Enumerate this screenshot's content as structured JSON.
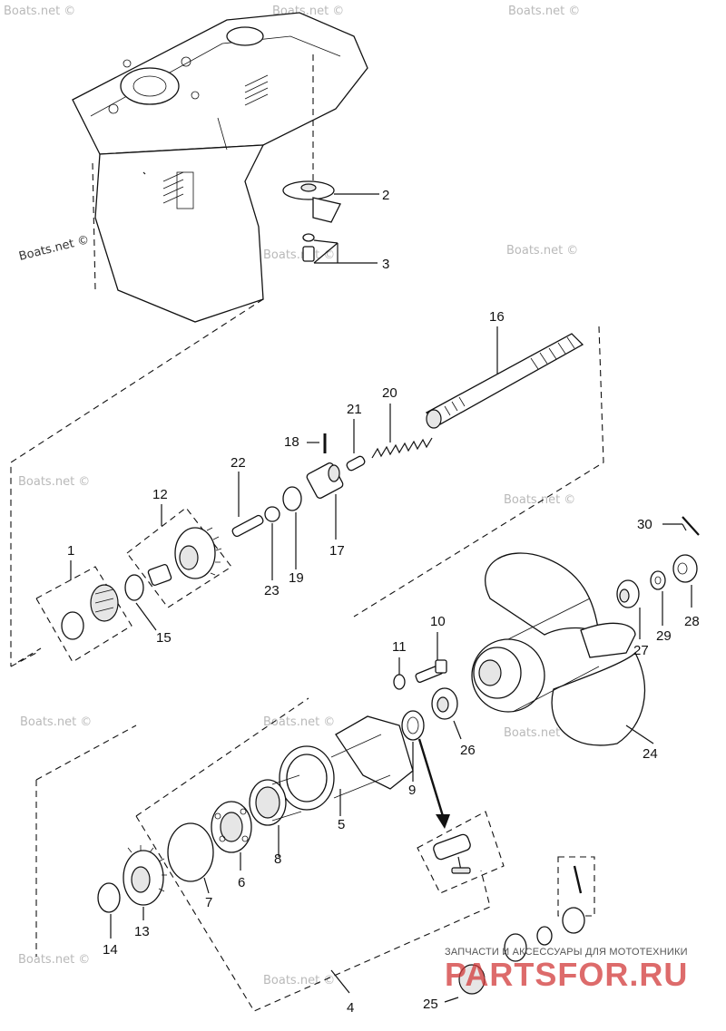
{
  "callouts": [
    "1",
    "2",
    "3",
    "4",
    "5",
    "6",
    "7",
    "8",
    "9",
    "10",
    "11",
    "12",
    "13",
    "14",
    "15",
    "16",
    "17",
    "18",
    "19",
    "20",
    "21",
    "22",
    "23",
    "24",
    "25",
    "26",
    "27",
    "28",
    "29",
    "30"
  ],
  "watermark": "Boats.net ©",
  "banner": {
    "tagline": "ЗАПЧАСТИ И АКСЕССУАРЫ ДЛЯ МОТОТЕХНИКИ",
    "logo": "PARTSFOR.RU",
    "logo_color": "#d23a3a"
  }
}
